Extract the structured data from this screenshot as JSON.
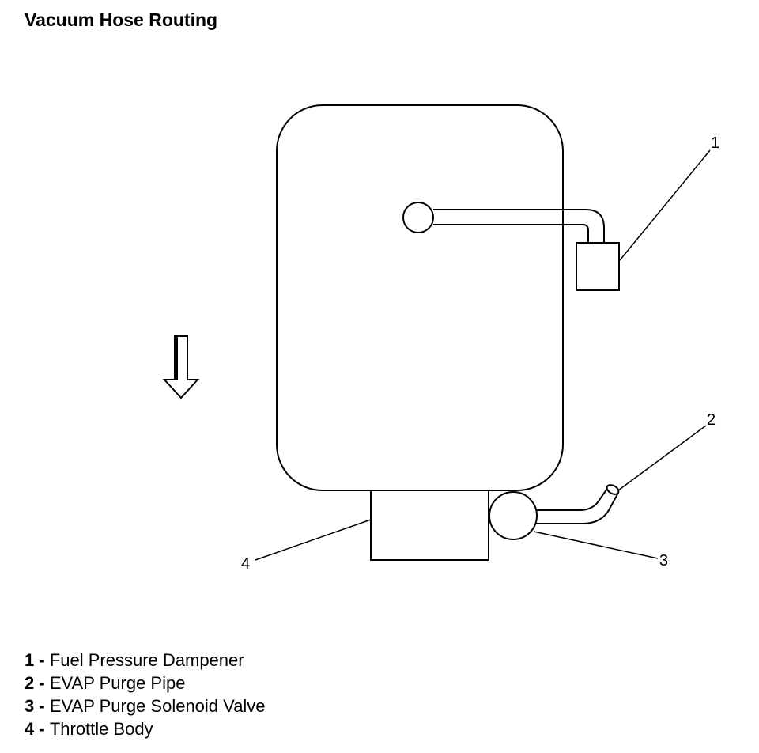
{
  "title": "Vacuum Hose Routing",
  "callouts": [
    "1",
    "2",
    "3",
    "4"
  ],
  "legend": [
    {
      "num": "1",
      "sep": " - ",
      "text": "Fuel Pressure Dampener"
    },
    {
      "num": "2",
      "sep": " - ",
      "text": "EVAP Purge Pipe"
    },
    {
      "num": "3",
      "sep": " - ",
      "text": "EVAP Purge Solenoid Valve"
    },
    {
      "num": "4",
      "sep": " - ",
      "text": "Throttle Body"
    }
  ]
}
